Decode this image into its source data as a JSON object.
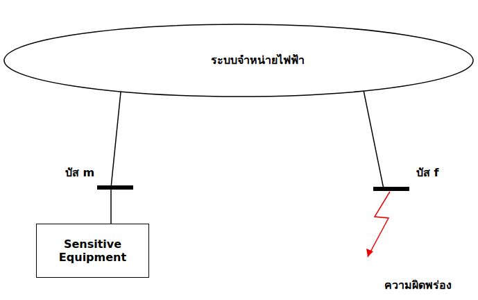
{
  "diagram": {
    "nodes": [
      {
        "text": [
          "ระบบจำหน่ายไฟฟ้า"
        ]
      },
      {
        "text": [
          "Sensitive Equipment"
        ]
      }
    ],
    "edges": [
      {
        "from": 0,
        "to": 1,
        "arrow": "none"
      }
    ],
    "labels": [
      "บัส m",
      "บัส f",
      "ความผิดพร่อง"
    ]
  }
}
